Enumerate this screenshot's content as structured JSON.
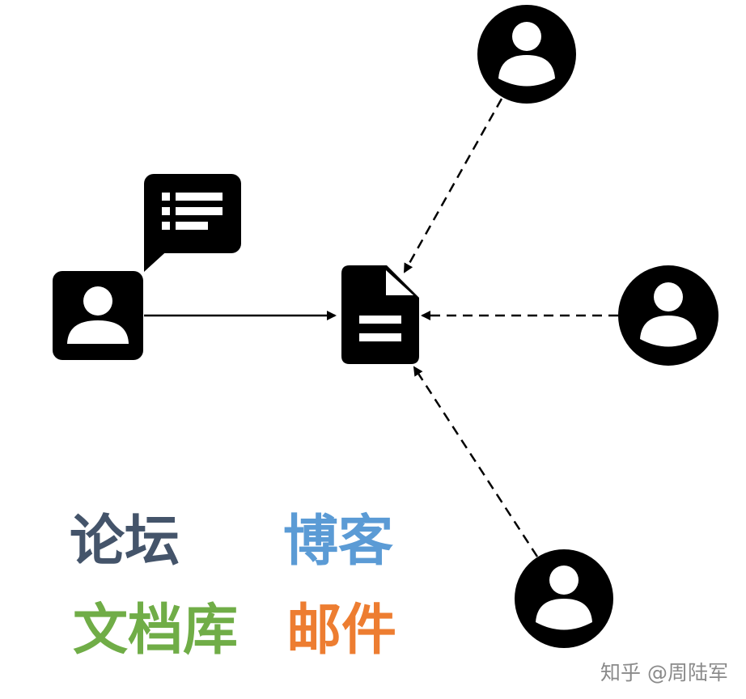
{
  "labels": {
    "forum": "论坛",
    "blog": "博客",
    "docs": "文档库",
    "mail": "邮件"
  },
  "watermark": "知乎 @周陆军",
  "colors": {
    "forum": "#44546a",
    "blog": "#5b9bd5",
    "docs": "#70ad47",
    "mail": "#ed7d31",
    "icon": "#000000"
  },
  "icons": {
    "author": "user-square-icon",
    "author_message": "list-speech-bubble-icon",
    "document": "document-icon",
    "readers": [
      "user-circle-icon",
      "user-circle-icon",
      "user-circle-icon"
    ]
  },
  "connections": [
    {
      "from": "author",
      "to": "document",
      "style": "solid"
    },
    {
      "from": "reader-top",
      "to": "document",
      "style": "dashed"
    },
    {
      "from": "reader-right",
      "to": "document",
      "style": "dashed"
    },
    {
      "from": "reader-bottom",
      "to": "document",
      "style": "dashed"
    }
  ]
}
